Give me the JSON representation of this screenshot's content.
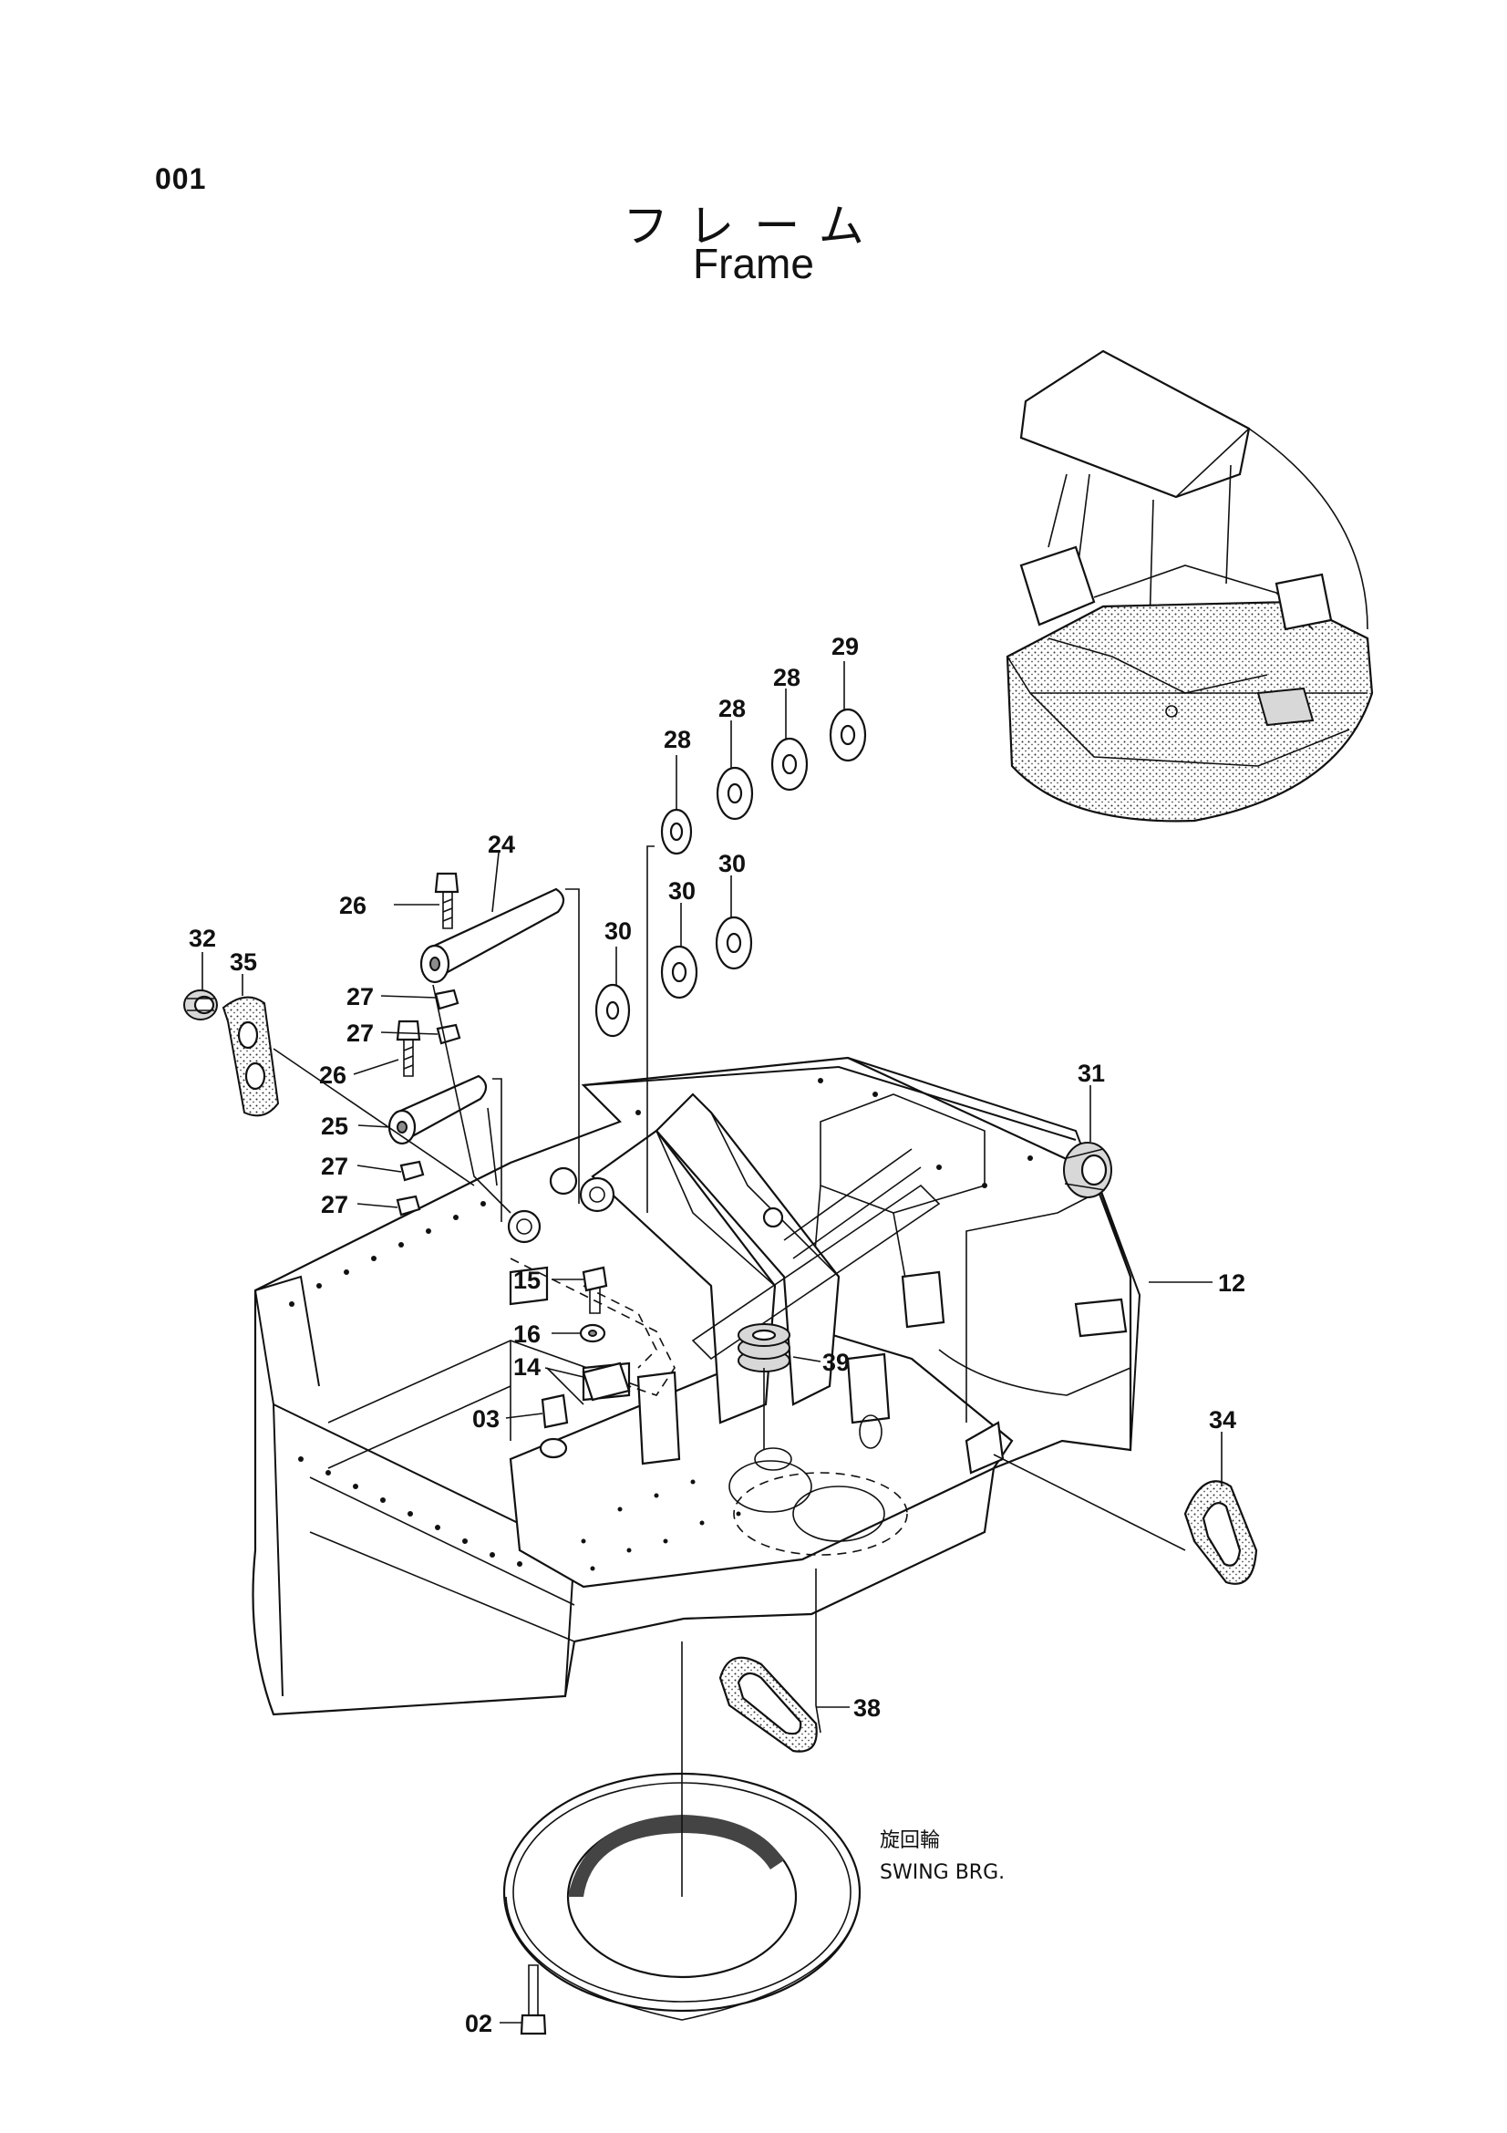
{
  "header": {
    "page_number": "001",
    "title_jp": "フレーム",
    "title_en": "Frame"
  },
  "callouts": {
    "p02": "02",
    "p03": "03",
    "p12": "12",
    "p14": "14",
    "p15": "15",
    "p16": "16",
    "p24": "24",
    "p25": "25",
    "p26a": "26",
    "p26b": "26",
    "p27a": "27",
    "p27b": "27",
    "p27c": "27",
    "p27d": "27",
    "p28a": "28",
    "p28b": "28",
    "p28c": "28",
    "p29": "29",
    "p30a": "30",
    "p30b": "30",
    "p30c": "30",
    "p31": "31",
    "p32": "32",
    "p34": "34",
    "p35": "35",
    "p38": "38",
    "p39": "39"
  },
  "swing_bearing": {
    "label_jp": "旋回輪",
    "label_en": "SWING BRG."
  }
}
